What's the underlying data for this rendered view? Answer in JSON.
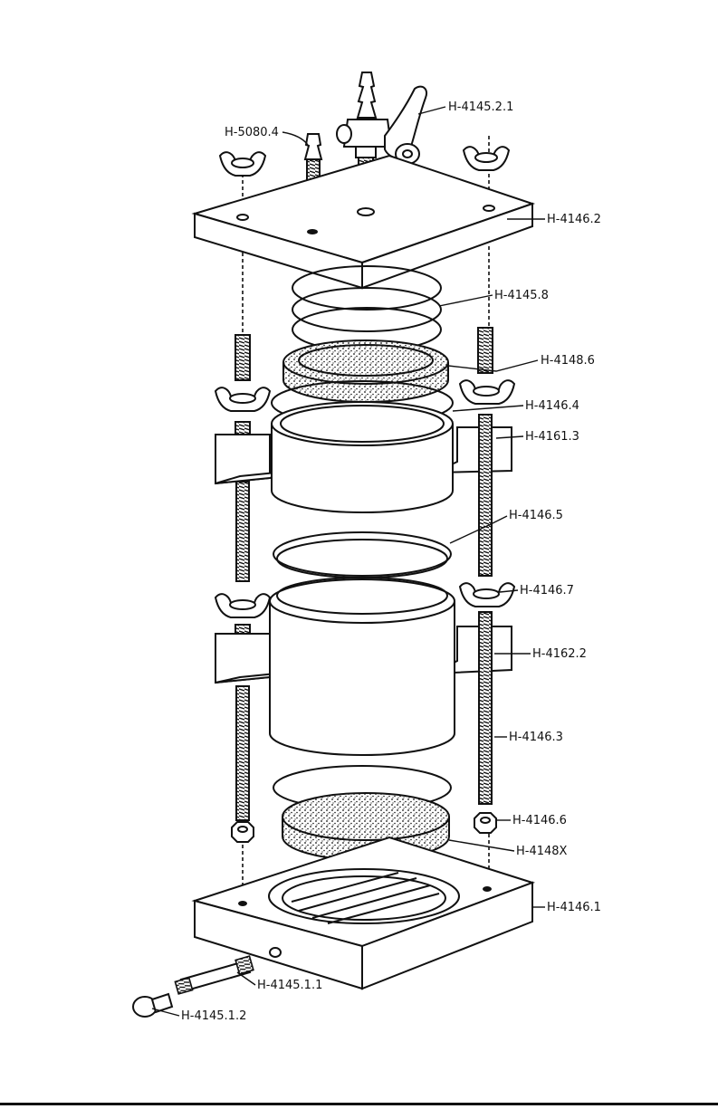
{
  "diagram": {
    "labels": {
      "valve_handle": "H-4145.2.1",
      "hose_barb": "H-5080.4",
      "top_plate": "H-4146.2",
      "o_rings_top": "H-4145.8",
      "porous_stone_top": "H-4148.6",
      "gasket_top": "H-4146.4",
      "upper_ring": "H-4161.3",
      "gasket_mid": "H-4146.5",
      "wing_nut_lower": "H-4146.7",
      "lower_ring": "H-4162.2",
      "threaded_rod": "H-4146.3",
      "hex_nut": "H-4146.6",
      "porous_stone_bottom": "H-4148X",
      "base_plate": "H-4146.1",
      "drain_tube": "H-4145.1.1",
      "drain_plug": "H-4145.1.2"
    }
  }
}
